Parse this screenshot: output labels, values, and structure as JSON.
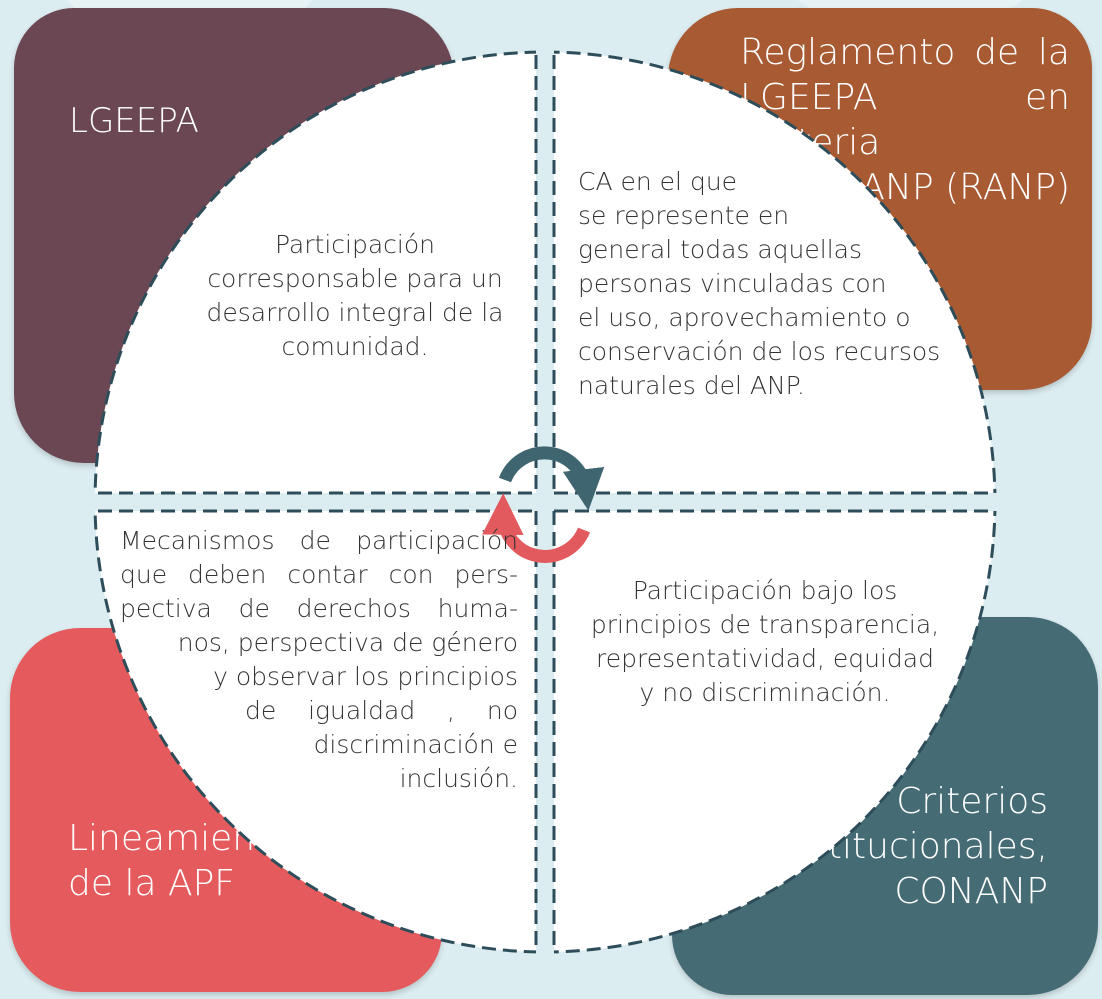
{
  "colors": {
    "background": "#dcedf1",
    "tl": "#6a4753",
    "tr": "#a85a33",
    "bl": "#e55b5d",
    "br": "#456b74",
    "circle_fill": "#ffffff",
    "dash": "#2e4d5a",
    "cycle_dark": "#3f6670",
    "cycle_red": "#e25a5e"
  },
  "corners": {
    "tl": {
      "label": "LGEEPA"
    },
    "tr": {
      "lines": [
        "Reglamento de la",
        "LGEEPA en materia",
        "de ANP (RANP)"
      ]
    },
    "bl": {
      "lines": [
        "Lineamientos",
        "de la APF"
      ]
    },
    "br": {
      "lines": [
        "Criterios",
        "institucionales,",
        "CONANP"
      ]
    }
  },
  "quadrants": {
    "tl": [
      "Participación",
      "corresponsable para un",
      "desarrollo integral de la",
      "comunidad."
    ],
    "tr": [
      "CA en el que",
      "se represente en",
      "general todas aquellas",
      "personas vinculadas con",
      "el uso, aprovechamiento o",
      "conservación de los recursos",
      "naturales del ANP."
    ],
    "bl": [
      "Mecanismos de participación",
      "que deben contar con pers-",
      "pectiva de derechos huma-",
      "nos, perspectiva de género",
      "y observar los principios",
      "de igualdad , no",
      "discriminación e",
      "inclusión."
    ],
    "br": [
      "Participación bajo los",
      "principios de transparencia,",
      "representatividad, equidad",
      "y no discriminación."
    ]
  },
  "icons": {
    "center": "cycle-arrows-icon"
  }
}
